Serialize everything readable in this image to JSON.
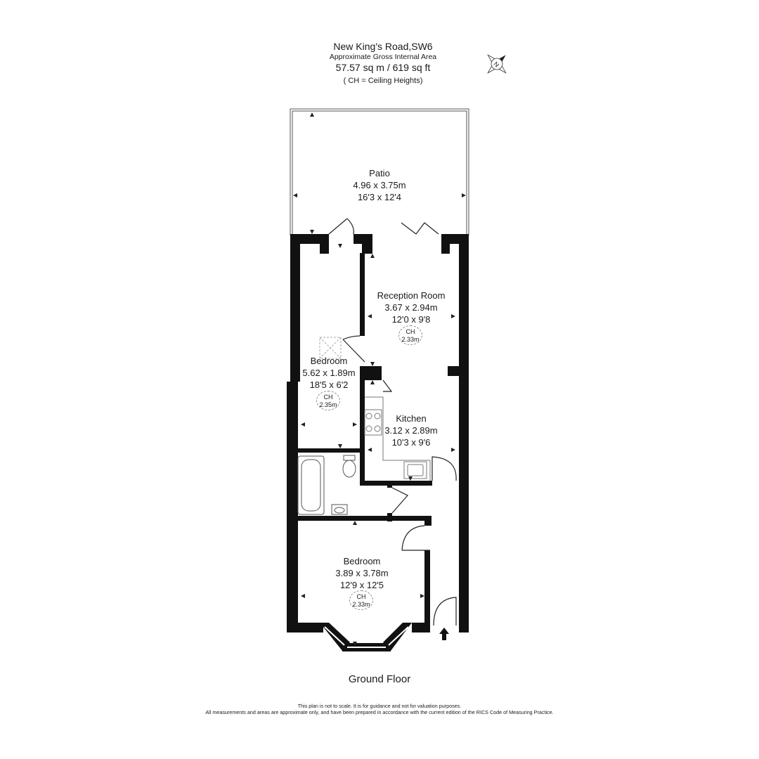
{
  "header": {
    "title": "New King's Road,SW6",
    "subtitle": "Approximate Gross Internal Area",
    "area": "57.57 sq m /  619 sq ft",
    "note": "( CH = Ceiling Heights)"
  },
  "compass": {
    "icon": "compass-north-icon",
    "letter": "N"
  },
  "rooms": [
    {
      "id": "patio",
      "name": "Patio",
      "metric": "4.96 x 3.75m",
      "imperial": "16'3 x 12'4"
    },
    {
      "id": "reception",
      "name": "Reception Room",
      "metric": "3.67 x 2.94m",
      "imperial": "12'0 x 9'8",
      "ch_label": "CH",
      "ch_value": "2.33m"
    },
    {
      "id": "bedroom-rear",
      "name": "Bedroom",
      "metric": "5.62 x 1.89m",
      "imperial": "18'5 x 6'2",
      "ch_label": "CH",
      "ch_value": "2.35m"
    },
    {
      "id": "kitchen",
      "name": "Kitchen",
      "metric": "3.12 x 2.89m",
      "imperial": "10'3 x 9'6"
    },
    {
      "id": "bedroom-front",
      "name": "Bedroom",
      "metric": "3.89 x 3.78m",
      "imperial": "12'9 x 12'5",
      "ch_label": "CH",
      "ch_value": "2.33m"
    }
  ],
  "floor_label": "Ground Floor",
  "disclaimer": {
    "line1": "This plan is not to scale. It is for guidance and not for valuation purposes.",
    "line2": "All measurements and areas are approximate only, and have been prepared in accordance with the current edition of the RICS Code of Measuring Practice."
  }
}
